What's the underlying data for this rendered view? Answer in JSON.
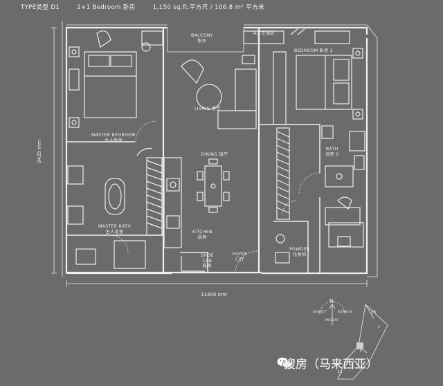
{
  "header": {
    "type": "TYPE类型 D1",
    "bedroom": "2+1 Bedroom 卧房",
    "area": "1,150 sq.ft.平方尺  /  106.8 m² 平方米"
  },
  "rooms": {
    "balcony": [
      "BALCONY",
      "阳台"
    ],
    "ac_ledge": "A/C空调处",
    "bedroom2": "BEDROOM 卧房 2",
    "living": "LIVING 客厅",
    "master_bedroom": [
      "MASTER BEDROOM",
      "主人卧房"
    ],
    "dining": "DINING 饭厅",
    "bath": [
      "BATH",
      "浴室 2"
    ],
    "master_bath": [
      "MASTER BATH",
      "主人浴室"
    ],
    "kitchen": [
      "KITCHEN",
      "厨房"
    ],
    "shoe_cab": [
      "SHOE",
      "CAB",
      "鞋柜"
    ],
    "foyer": [
      "FOYER",
      "门厅"
    ],
    "powder": [
      "POWDER",
      "化妆间"
    ]
  },
  "dimensions": {
    "height": "9425 mm",
    "width": "11400 mm"
  },
  "compass": {
    "north": "N",
    "sunset": "SUNSET",
    "sunrise": "SUNRISE",
    "midday": "MIDDAY"
  },
  "key_plan": {
    "labels": [
      "3A",
      "1",
      "5",
      "11"
    ]
  },
  "watermark": "搜房（马来西亚）"
}
